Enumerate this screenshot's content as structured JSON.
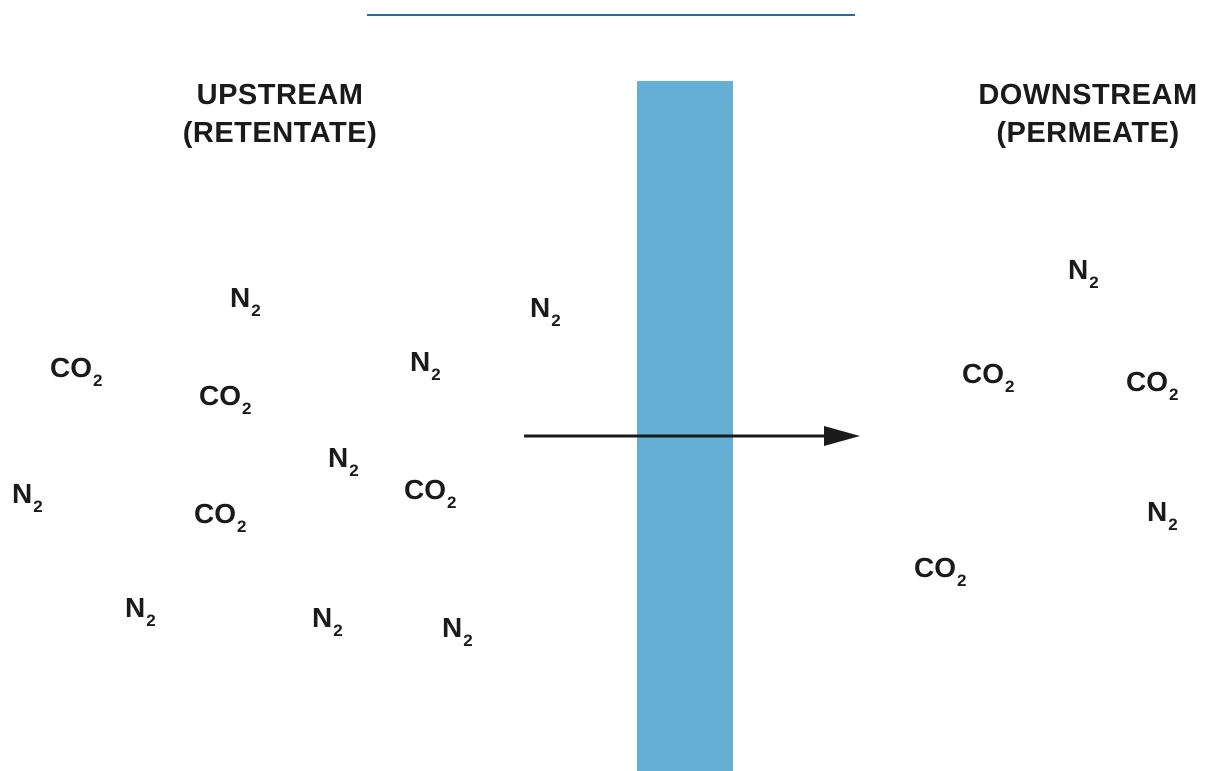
{
  "colors": {
    "membrane": "#66afd4",
    "top_rule": "#1f6fa8",
    "text": "#1a1a1a",
    "arrow": "#1a1a1a"
  },
  "labels": {
    "upstream_line1": "UPSTREAM",
    "upstream_line2": "(RETENTATE)",
    "downstream_line1": "DOWNSTREAM",
    "downstream_line2": "(PERMEATE)"
  },
  "molecules": [
    {
      "side": "upstream",
      "base": "N",
      "sub": "2"
    },
    {
      "side": "upstream",
      "base": "CO",
      "sub": "2"
    },
    {
      "side": "upstream",
      "base": "CO",
      "sub": "2"
    },
    {
      "side": "upstream",
      "base": "N",
      "sub": "2"
    },
    {
      "side": "upstream",
      "base": "N",
      "sub": "2"
    },
    {
      "side": "upstream",
      "base": "N",
      "sub": "2"
    },
    {
      "side": "upstream",
      "base": "N",
      "sub": "2"
    },
    {
      "side": "upstream",
      "base": "CO",
      "sub": "2"
    },
    {
      "side": "upstream",
      "base": "CO",
      "sub": "2"
    },
    {
      "side": "upstream",
      "base": "N",
      "sub": "2"
    },
    {
      "side": "upstream",
      "base": "N",
      "sub": "2"
    },
    {
      "side": "upstream",
      "base": "N",
      "sub": "2"
    },
    {
      "side": "downstream",
      "base": "N",
      "sub": "2"
    },
    {
      "side": "downstream",
      "base": "CO",
      "sub": "2"
    },
    {
      "side": "downstream",
      "base": "CO",
      "sub": "2"
    },
    {
      "side": "downstream",
      "base": "N",
      "sub": "2"
    },
    {
      "side": "downstream",
      "base": "CO",
      "sub": "2"
    }
  ]
}
